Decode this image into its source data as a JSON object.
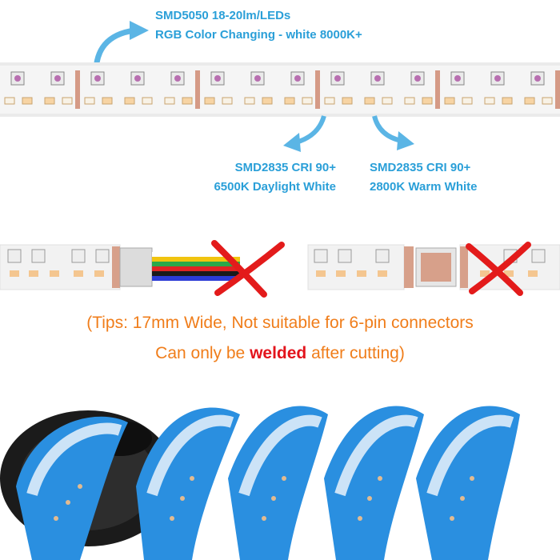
{
  "callouts": {
    "smd5050_line1": "SMD5050 18-20lm/LEDs",
    "smd5050_line2": "RGB Color Changing - white 8000K+",
    "smd2835_daylight_line1": "SMD2835 CRI 90+",
    "smd2835_daylight_line2": "6500K Daylight White",
    "smd2835_warm_line1": "SMD2835  CRI 90+",
    "smd2835_warm_line2": "2800K Warm White"
  },
  "tips": {
    "line1": "(Tips: 17mm Wide, Not suitable for 6-pin connectors",
    "line2_before": "Can only be ",
    "line2_emphasis": "welded",
    "line2_after": " after cutting)"
  },
  "colors": {
    "callout_blue": "#2a9fd8",
    "tips_orange": "#f07d1a",
    "emphasis_red": "#e3141c",
    "strip_blue": "#1f8fd8"
  },
  "icons": [
    "arrow-icon",
    "cross-mark-icon",
    "connector-icon",
    "led-strip-image"
  ]
}
